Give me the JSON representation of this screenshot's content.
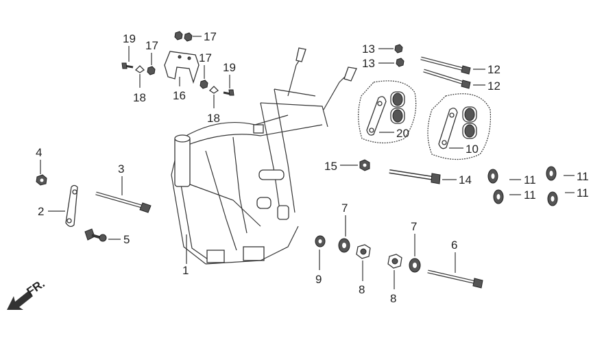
{
  "labels": {
    "p1": "1",
    "p2": "2",
    "p3": "3",
    "p4": "4",
    "p5": "5",
    "p6": "6",
    "p7a": "7",
    "p7b": "7",
    "p8a": "8",
    "p8b": "8",
    "p9": "9",
    "p10": "10",
    "p11a": "11",
    "p11b": "11",
    "p11c": "11",
    "p11d": "11",
    "p12a": "12",
    "p12b": "12",
    "p13a": "13",
    "p13b": "13",
    "p14": "14",
    "p15": "15",
    "p16": "16",
    "p17a": "17",
    "p17b": "17",
    "p17c": "17",
    "p18a": "18",
    "p18b": "18",
    "p19a": "19",
    "p19b": "19",
    "p20": "20"
  },
  "direction_marker": "FR."
}
